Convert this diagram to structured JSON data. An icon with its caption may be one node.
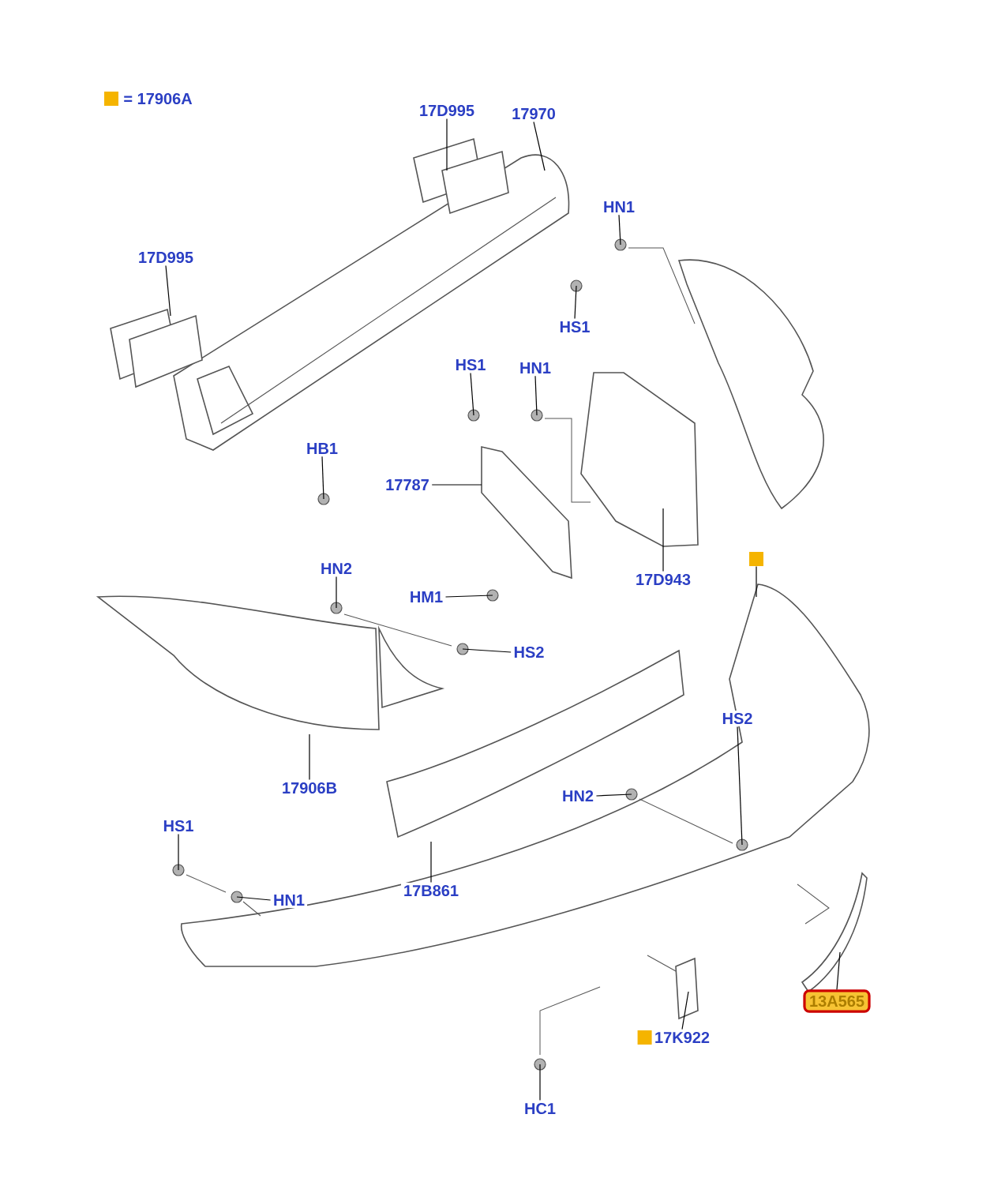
{
  "diagram": {
    "nodes": [
      {
        "text": [
          "17D995"
        ]
      },
      {
        "text": [
          "17970"
        ]
      },
      {
        "text": [
          "HN1"
        ]
      },
      {
        "text": [
          "17D995"
        ]
      },
      {
        "text": [
          "HS1"
        ]
      },
      {
        "text": [
          "HS1"
        ]
      },
      {
        "text": [
          "HN1"
        ]
      },
      {
        "text": [
          "HB1"
        ]
      },
      {
        "text": [
          "17787"
        ]
      },
      {
        "text": [],
        "shape": "box"
      },
      {
        "text": [
          "HN2"
        ]
      },
      {
        "text": [
          "17D943"
        ]
      },
      {
        "text": [
          "HM1"
        ]
      },
      {
        "text": [
          "HS2"
        ]
      },
      {
        "text": [
          "HS2"
        ]
      },
      {
        "text": [
          "17906B"
        ]
      },
      {
        "text": [
          "HN2"
        ]
      },
      {
        "text": [
          "HS1"
        ]
      },
      {
        "text": [
          "17B861"
        ]
      },
      {
        "text": [
          "HN1"
        ]
      },
      {
        "text": [
          "13A565"
        ]
      },
      {
        "text": [
          "17K922"
        ]
      },
      {
        "text": [
          "HC1"
        ]
      }
    ],
    "edges": [
      {
        "from": 0,
        "to": null,
        "arrow": "none"
      },
      {
        "from": 1,
        "to": null,
        "arrow": "none"
      },
      {
        "from": 2,
        "to": null,
        "arrow": "none"
      },
      {
        "from": 3,
        "to": null,
        "arrow": "none"
      },
      {
        "from": 4,
        "to": null,
        "arrow": "none"
      },
      {
        "from": 5,
        "to": null,
        "arrow": "none"
      },
      {
        "from": 6,
        "to": null,
        "arrow": "none"
      },
      {
        "from": 7,
        "to": null,
        "arrow": "none"
      },
      {
        "from": 8,
        "to": null,
        "arrow": "none"
      },
      {
        "from": 9,
        "to": null,
        "arrow": "none"
      },
      {
        "from": 10,
        "to": null,
        "arrow": "none"
      },
      {
        "from": 11,
        "to": null,
        "arrow": "none"
      },
      {
        "from": 12,
        "to": null,
        "arrow": "none"
      },
      {
        "from": 13,
        "to": null,
        "arrow": "none"
      },
      {
        "from": 14,
        "to": null,
        "arrow": "none"
      },
      {
        "from": 15,
        "to": null,
        "arrow": "none"
      },
      {
        "from": 16,
        "to": null,
        "arrow": "none"
      },
      {
        "from": 17,
        "to": null,
        "arrow": "none"
      },
      {
        "from": 18,
        "to": null,
        "arrow": "none"
      },
      {
        "from": 19,
        "to": null,
        "arrow": "none"
      },
      {
        "from": 20,
        "to": null,
        "arrow": "none"
      },
      {
        "from": 21,
        "to": null,
        "arrow": "none"
      },
      {
        "from": 22,
        "to": null,
        "arrow": "none"
      }
    ],
    "legend": [
      {
        "text": "= 17906A",
        "color": "#f5b400"
      }
    ]
  }
}
